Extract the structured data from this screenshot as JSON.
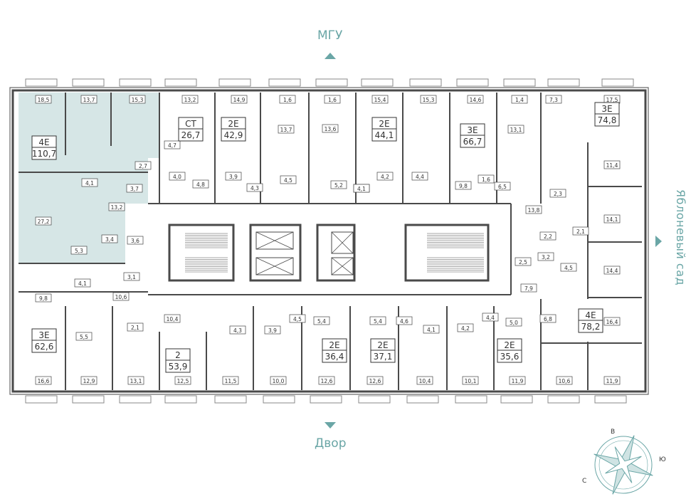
{
  "orientation": {
    "top_label": "МГУ",
    "bottom_label": "Двор",
    "right_label": "Яблоневый сад",
    "compass": {
      "north": "В",
      "east": "Ю",
      "south": "С"
    }
  },
  "colors": {
    "accent": "#6aa6a6",
    "highlight_fill": "#d6e6e6",
    "wall": "#4a4a4a"
  },
  "apartments": [
    {
      "id": "apt-4e-110",
      "type": "4E",
      "area": "110,7",
      "highlighted": true
    },
    {
      "id": "apt-ct-26",
      "type": "CT",
      "area": "26,7"
    },
    {
      "id": "apt-2e-42",
      "type": "2E",
      "area": "42,9"
    },
    {
      "id": "apt-2e-44",
      "type": "2E",
      "area": "44,1"
    },
    {
      "id": "apt-3e-66",
      "type": "3E",
      "area": "66,7"
    },
    {
      "id": "apt-3e-74",
      "type": "3E",
      "area": "74,8"
    },
    {
      "id": "apt-3e-62",
      "type": "3E",
      "area": "62,6"
    },
    {
      "id": "apt-2-53",
      "type": "2",
      "area": "53,9"
    },
    {
      "id": "apt-2e-36",
      "type": "2E",
      "area": "36,4"
    },
    {
      "id": "apt-2e-37",
      "type": "2E",
      "area": "37,1"
    },
    {
      "id": "apt-2e-35",
      "type": "2E",
      "area": "35,6"
    },
    {
      "id": "apt-4e-78",
      "type": "4E",
      "area": "78,2"
    }
  ],
  "room_areas": [
    "18,5",
    "13,7",
    "15,3",
    "13,2",
    "14,9",
    "1,6",
    "1,6",
    "15,4",
    "15,3",
    "14,6",
    "1,4",
    "7,3",
    "17,5",
    "13,7",
    "13,6",
    "13,1",
    "4,7",
    "2,7",
    "4,0",
    "3,9",
    "4,5",
    "4,2",
    "4,4",
    "4,1",
    "4,1",
    "3,7",
    "4,8",
    "4,3",
    "5,2",
    "4,1",
    "9,8",
    "1,6",
    "6,5",
    "2,3",
    "11,4",
    "13,8",
    "13,2",
    "27,2",
    "3,4",
    "3,6",
    "5,3",
    "14,1",
    "2,2",
    "2,1",
    "3,2",
    "2,5",
    "4,5",
    "14,4",
    "3,1",
    "4,1",
    "10,6",
    "7,9",
    "9,8",
    "10,4",
    "4,5",
    "5,4",
    "5,4",
    "4,6",
    "4,4",
    "5,0",
    "2,1",
    "4,3",
    "3,9",
    "4,1",
    "4,2",
    "6,8",
    "16,4",
    "5,5",
    "16,6",
    "12,9",
    "13,1",
    "12,5",
    "11,5",
    "10,0",
    "12,6",
    "12,6",
    "10,4",
    "10,1",
    "11,9",
    "10,6",
    "11,9"
  ]
}
